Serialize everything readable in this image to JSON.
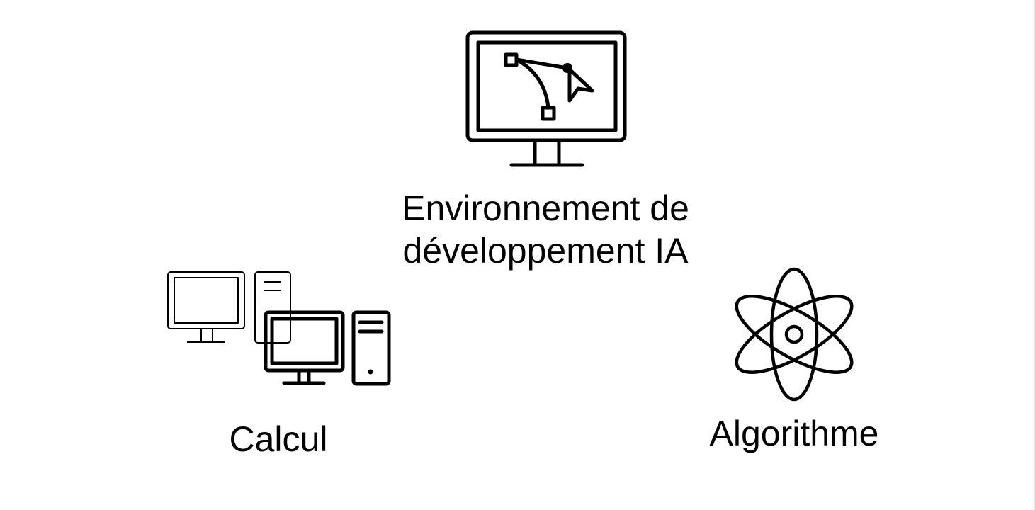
{
  "diagram": {
    "nodes": [
      {
        "id": "dev-env",
        "icon": "monitor-bezier-cursor-icon",
        "label_lines": [
          "Environnement de",
          "développement IA"
        ]
      },
      {
        "id": "compute",
        "icon": "computers-icon",
        "label": "Calcul"
      },
      {
        "id": "algorithm",
        "icon": "atom-icon",
        "label": "Algorithme"
      }
    ],
    "colors": {
      "stroke": "#000000",
      "background": "#ffffff"
    }
  }
}
